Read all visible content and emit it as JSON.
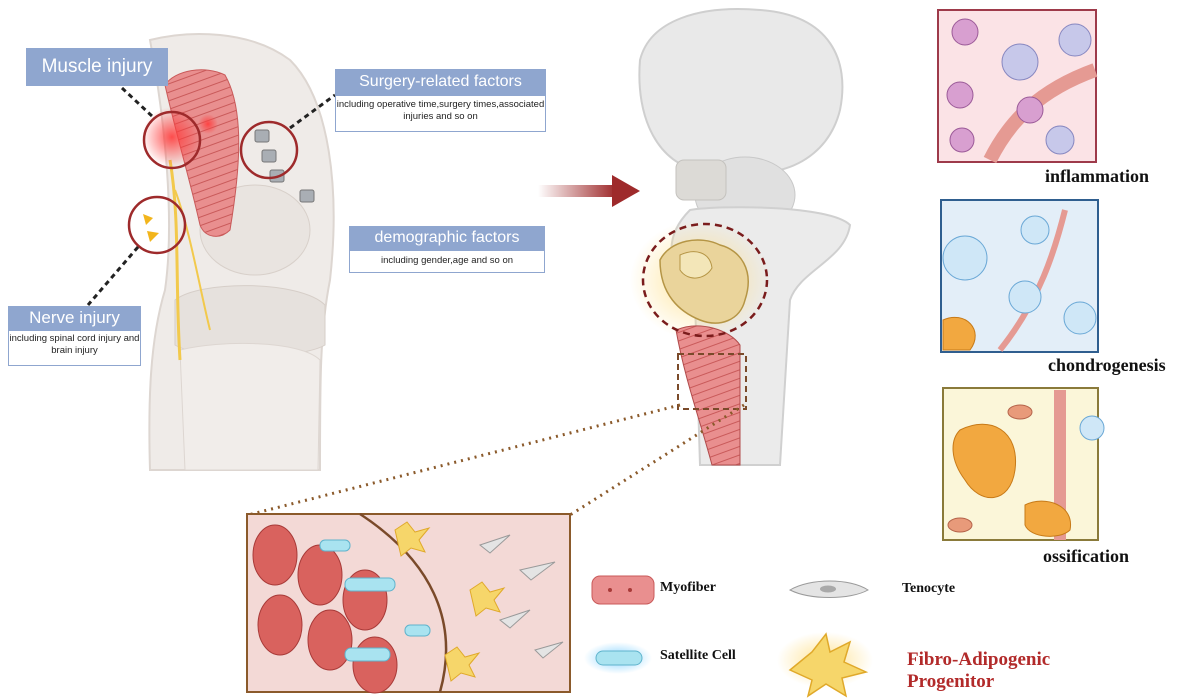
{
  "risk_factors": {
    "muscle_injury": {
      "title": "Muscle injury"
    },
    "surgery": {
      "title": "Surgery-related factors",
      "detail": "including operative time,surgery times,associated injuries and so on"
    },
    "demographic": {
      "title": "demographic factors",
      "detail": "including gender,age and so on"
    },
    "nerve_injury": {
      "title": "Nerve injury",
      "detail": "including spinal cord injury and brain injury"
    }
  },
  "stages": [
    {
      "label": "inflammation"
    },
    {
      "label": "chondrogenesis"
    },
    {
      "label": "ossification"
    }
  ],
  "legend": {
    "myofiber": "Myofiber",
    "tenocyte": "Tenocyte",
    "satellite_cell": "Satellite Cell",
    "fap": "Fibro-Adipogenic Progenitor"
  },
  "colors": {
    "label_box": "#8fa6cf",
    "marker_circle": "#9e2a2b",
    "arrow": "#9e2a2b",
    "muscle": "#e07b7b",
    "inflammation_frame": "#9e3a4a",
    "chondrogenesis_frame": "#2f5e8f",
    "ossification_frame": "#8a7a3a",
    "fap_text": "#b22a2a",
    "dotted_connector": "#8b5a2b"
  }
}
